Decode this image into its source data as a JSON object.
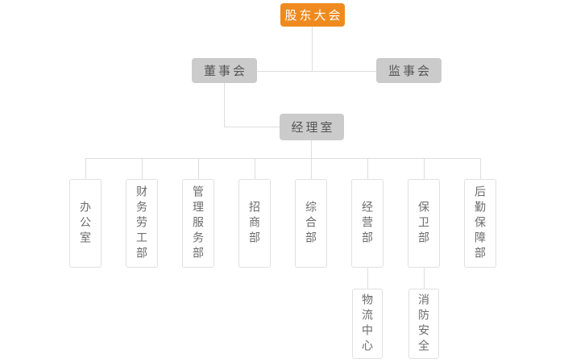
{
  "colors": {
    "accent_orange": "#ef8b1e",
    "node_gray_bg": "#cbcbcb",
    "node_gray_text": "#555555",
    "white_node_border": "#e0e0e0",
    "white_node_text": "#6b6b6b",
    "connector_line": "#dddddd",
    "page_bg": "#ffffff"
  },
  "org": {
    "type": "org-chart",
    "root": {
      "label": "股东大会"
    },
    "level2": [
      {
        "label": "董事会"
      },
      {
        "label": "监事会"
      }
    ],
    "level3": {
      "label": "经理室",
      "parent": "董事会"
    },
    "departments": [
      {
        "label": "办公室",
        "parent": "经理室"
      },
      {
        "label": "财务劳工部",
        "parent": "经理室"
      },
      {
        "label": "管理服务部",
        "parent": "经理室"
      },
      {
        "label": "招商部",
        "parent": "经理室"
      },
      {
        "label": "综合部",
        "parent": "经理室"
      },
      {
        "label": "经营部",
        "parent": "经理室"
      },
      {
        "label": "保卫部",
        "parent": "经理室"
      },
      {
        "label": "后勤保障部",
        "parent": "经理室"
      }
    ],
    "sub_departments": [
      {
        "label": "物流中心",
        "parent": "经营部"
      },
      {
        "label": "消防安全",
        "parent": "保卫部"
      }
    ]
  }
}
